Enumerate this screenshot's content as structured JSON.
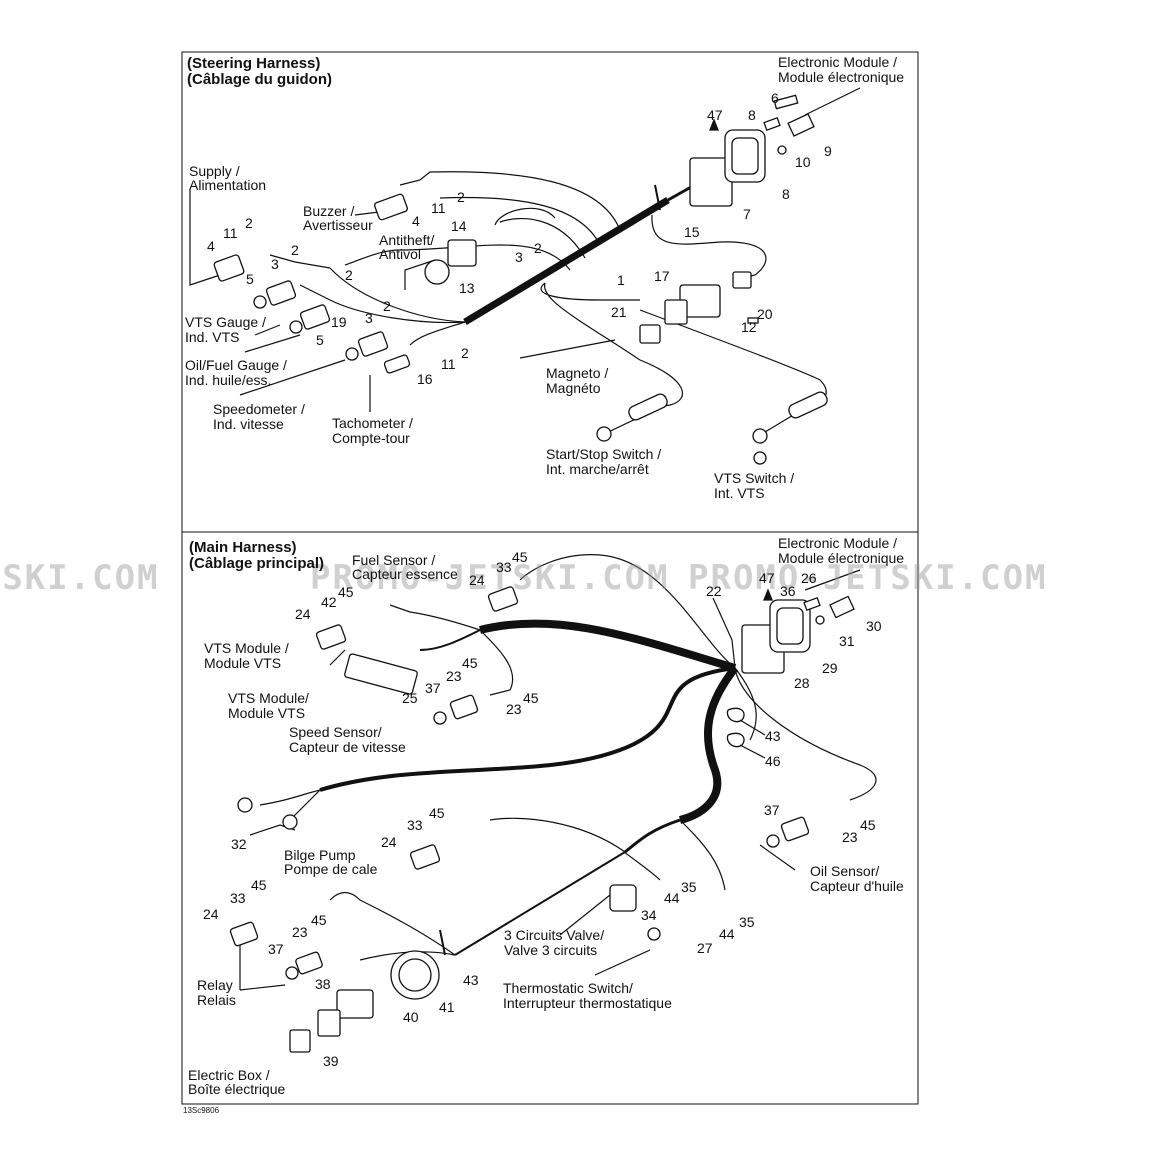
{
  "watermark": "PROMO-JETSKI.COM",
  "figure_code": "13Sc9806",
  "steering": {
    "title_en": "(Steering Harness)",
    "title_fr": "(Câblage du guidon)",
    "labels": {
      "electronic_module": [
        "Electronic Module /",
        "Module électronique"
      ],
      "supply": [
        "Supply /",
        "Alimentation"
      ],
      "buzzer": [
        "Buzzer /",
        "Avertisseur"
      ],
      "antitheft": [
        "Antitheft/",
        "Antivol"
      ],
      "vts_gauge": [
        "VTS Gauge /",
        "Ind. VTS"
      ],
      "oil_fuel_gauge": [
        "Oil/Fuel Gauge /",
        "Ind. huile/ess."
      ],
      "speedometer": [
        "Speedometer /",
        "Ind. vitesse"
      ],
      "tachometer": [
        "Tachometer /",
        "Compte-tour"
      ],
      "magneto": [
        "Magneto /",
        "Magnéto"
      ],
      "start_stop": [
        "Start/Stop Switch /",
        "Int. marche/arrêt"
      ],
      "vts_switch": [
        "VTS Switch /",
        "Int. VTS"
      ]
    }
  },
  "main": {
    "title_en": "(Main Harness)",
    "title_fr": "(Câblage principal)",
    "labels": {
      "electronic_module": [
        "Electronic Module /",
        "Module électronique"
      ],
      "fuel_sensor": [
        "Fuel Sensor /",
        "Capteur essence"
      ],
      "vts_module_1": [
        "VTS Module /",
        "Module VTS"
      ],
      "vts_module_2": [
        "VTS Module/",
        "Module VTS"
      ],
      "speed_sensor": [
        "Speed Sensor/",
        "Capteur de vitesse"
      ],
      "bilge_pump": [
        "Bilge Pump",
        "Pompe de cale"
      ],
      "oil_sensor": [
        "Oil Sensor/",
        "Capteur d'huile"
      ],
      "three_circuits": [
        "3 Circuits Valve/",
        "Valve 3 circuits"
      ],
      "thermostatic": [
        "Thermostatic Switch/",
        "Interrupteur thermostatique"
      ],
      "relay": [
        "Relay",
        "Relais"
      ],
      "electric_box": [
        "Electric Box /",
        "Boîte électrique"
      ]
    }
  },
  "callouts": {
    "s47": "47",
    "s6": "6",
    "s8a": "8",
    "s9": "9",
    "s10": "10",
    "s8b": "8",
    "s7": "7",
    "s15": "15",
    "s2a": "2",
    "s11a": "11",
    "s4a": "4",
    "s14": "14",
    "s2b": "2",
    "s3a": "3",
    "s1": "1",
    "s2c": "2",
    "s11b": "11",
    "s4b": "4",
    "s2d": "2",
    "s3b": "3",
    "s2e": "2",
    "s5a": "5",
    "s13": "13",
    "s17": "17",
    "s20": "20",
    "s21": "21",
    "s12": "12",
    "s2f": "2",
    "s3c": "3",
    "s19": "19",
    "s5b": "5",
    "s2g": "2",
    "s11c": "11",
    "s16": "16",
    "m45a": "45",
    "m33a": "33",
    "m24a": "24",
    "m45b": "45",
    "m42": "42",
    "m24b": "24",
    "m23a": "23",
    "m45c": "45",
    "m25": "25",
    "m37a": "37",
    "m45d": "45",
    "m23b": "23",
    "m22": "22",
    "m47": "47",
    "m26": "26",
    "m36": "36",
    "m30": "30",
    "m31": "31",
    "m29": "29",
    "m28": "28",
    "m43a": "43",
    "m46": "46",
    "m32": "32",
    "m45e": "45",
    "m33b": "33",
    "m24c": "24",
    "m37b": "37",
    "m23c": "23",
    "m45f": "45",
    "m35a": "35",
    "m44a": "44",
    "m34": "34",
    "m35b": "35",
    "m44b": "44",
    "m27": "27",
    "m45g": "45",
    "m33c": "33",
    "m24d": "24",
    "m45h": "45",
    "m23d": "23",
    "m37c": "37",
    "m38": "38",
    "m43b": "43",
    "m41": "41",
    "m40": "40",
    "m39": "39"
  }
}
